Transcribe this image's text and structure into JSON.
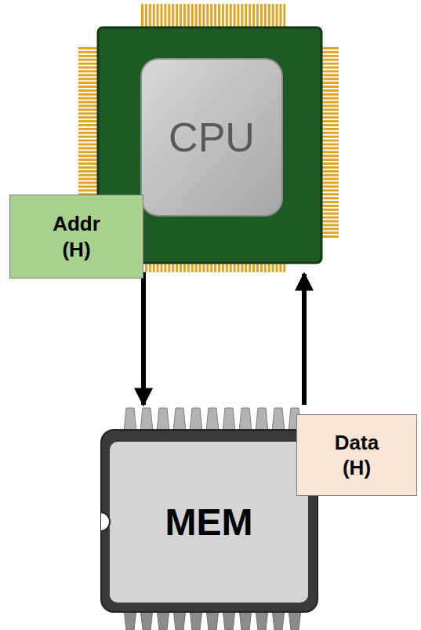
{
  "diagram": {
    "nodes": [
      {
        "text": [
          "CPU"
        ]
      },
      {
        "text": [
          "Addr (H)"
        ]
      },
      {
        "text": [
          "Data (H)"
        ]
      },
      {
        "text": [
          "MEM"
        ]
      }
    ],
    "edges": [
      {
        "from": 0,
        "to": 3,
        "arrow": "to"
      },
      {
        "from": 3,
        "to": 0,
        "arrow": "to"
      }
    ]
  }
}
